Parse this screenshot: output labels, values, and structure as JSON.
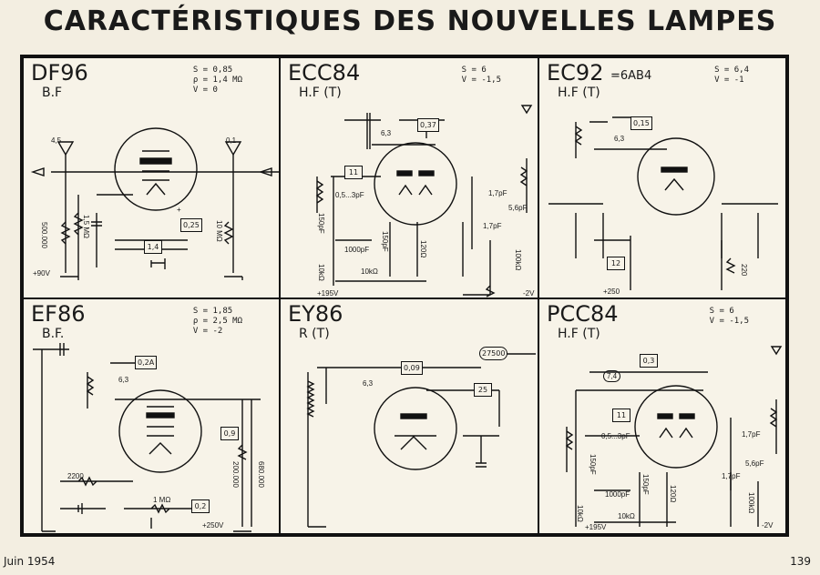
{
  "page": {
    "title": "CARACTÉRISTIQUES DES NOUVELLES LAMPES",
    "footer_left": "Juin 1954",
    "footer_right": "139"
  },
  "panels": [
    {
      "id": "df96",
      "name": "DF96",
      "freq": "B.F",
      "extra": "",
      "params": [
        "S = 0,85",
        "ρ = 1,4 MΩ",
        "V = 0"
      ],
      "labels": [
        "4,5",
        "0,1",
        "500.000",
        "1,5 MΩ",
        "10 MΩ",
        "1,4",
        "0,25",
        "+90V",
        "+"
      ]
    },
    {
      "id": "ecc84",
      "name": "ECC84",
      "freq": "H.F (T)",
      "extra": "",
      "params": [
        "S = 6",
        "V = -1,5"
      ],
      "labels": [
        "6,3",
        "0,37",
        "11",
        "0,5...3pF",
        "150pF",
        "1000pF",
        "150pF",
        "10kΩ",
        "120Ω",
        "1,7pF",
        "5,6pF",
        "1,7pF",
        "10kΩ",
        "100kΩ",
        "+195V",
        "-2V"
      ]
    },
    {
      "id": "ec92",
      "name": "EC92",
      "freq": "H.F (T)",
      "extra": "=6AB4",
      "params": [
        "S = 6,4",
        "V = -1"
      ],
      "labels": [
        "0,15",
        "6,3",
        "12",
        "220",
        "+250"
      ]
    },
    {
      "id": "ef86",
      "name": "EF86",
      "freq": "B.F.",
      "extra": "",
      "params": [
        "S = 1,85",
        "ρ = 2,5 MΩ",
        "V = -2"
      ],
      "labels": [
        "0,2A",
        "6,3",
        "0,9",
        "2200",
        "1 MΩ",
        "0,2",
        "200.000",
        "680.000",
        "+250V"
      ]
    },
    {
      "id": "ey86",
      "name": "EY86",
      "freq": "R (T)",
      "extra": "",
      "params": [],
      "labels": [
        "6,3",
        "0,09",
        "27500",
        "25"
      ]
    },
    {
      "id": "pcc84",
      "name": "PCC84",
      "freq": "H.F (T)",
      "extra": "",
      "params": [
        "S = 6",
        "V = -1,5"
      ],
      "labels": [
        "7,4",
        "0,3",
        "11",
        "0,5...3pF",
        "150pF",
        "1000pF",
        "150pF",
        "10kΩ",
        "120Ω",
        "1,7pF",
        "5,6pF",
        "1,7pF",
        "10kΩ",
        "100kΩ",
        "+195V",
        "-2V"
      ]
    }
  ]
}
